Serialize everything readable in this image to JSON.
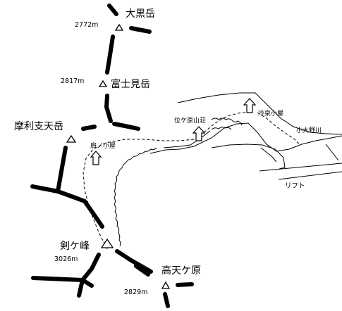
{
  "peaks": [
    {
      "id": "daikoku",
      "name": "大黒岳",
      "elev": "2772m"
    },
    {
      "id": "fujimi",
      "name": "富士見岳",
      "elev": "2817m"
    },
    {
      "id": "marishiten",
      "name": "摩利支天岳"
    },
    {
      "id": "tsurugi",
      "name": "剣ケ峰",
      "elev": "3026m"
    },
    {
      "id": "koutengahara",
      "name": "高天ケ原",
      "elev": "2829m"
    }
  ],
  "huts": [
    {
      "id": "katanokoya",
      "name": "肩ノ小屋"
    },
    {
      "id": "kuraigahara",
      "name": "位ケ原山荘"
    },
    {
      "id": "reisen",
      "name": "冷泉小屋"
    }
  ],
  "features": {
    "river": "小大野川",
    "lift": "リフト"
  }
}
